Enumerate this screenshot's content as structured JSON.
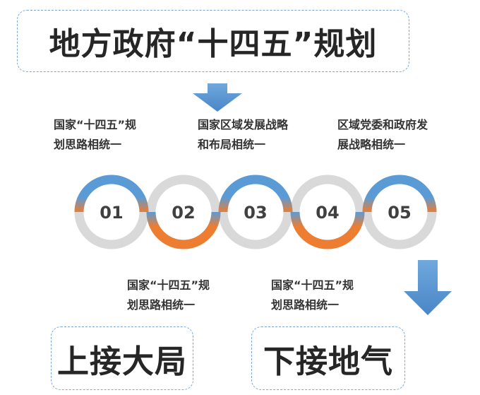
{
  "title": "地方政府“十四五”规划",
  "top_captions": [
    [
      "国家“十四五”规",
      "划思路相统一"
    ],
    [
      "国家区域发展战略",
      "和布局相统一"
    ],
    [
      "区域党委和政府发",
      "展战略相统一"
    ]
  ],
  "steps": [
    "01",
    "02",
    "03",
    "04",
    "05"
  ],
  "bottom_captions": [
    [
      "国家“十四五”规",
      "划思路相统一"
    ],
    [
      "国家“十四五”规",
      "划思路相统一"
    ]
  ],
  "bottom_boxes": [
    "上接大局",
    "下接地气"
  ],
  "colors": {
    "blue": "#5b9bd5",
    "orange": "#ed7d31",
    "gray": "#d9d9d9",
    "border": "#7aa6d6"
  }
}
